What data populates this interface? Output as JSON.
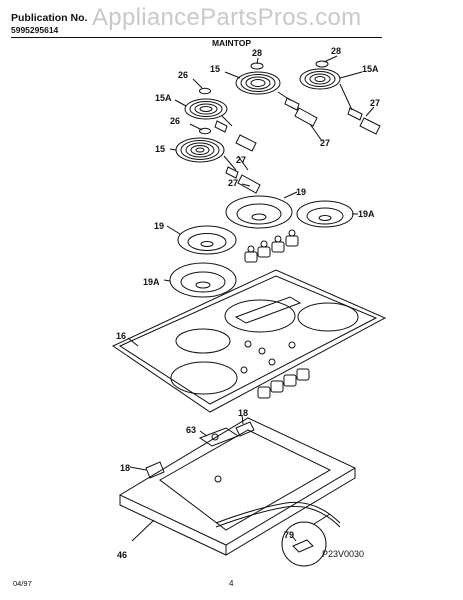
{
  "header": {
    "publication_label": "Publication No.",
    "publication_number": "5995295614",
    "watermark": "AppliancePartsPros.com",
    "section_title": "MAINTOP"
  },
  "footer": {
    "date": "04/97",
    "page": "4",
    "figure_code": "P23V0030"
  },
  "callouts": [
    "28",
    "28",
    "15",
    "15A",
    "15A",
    "26",
    "27",
    "27",
    "26",
    "15",
    "27",
    "27",
    "19",
    "19",
    "19A",
    "19A",
    "16",
    "18",
    "63",
    "18",
    "46",
    "79"
  ]
}
